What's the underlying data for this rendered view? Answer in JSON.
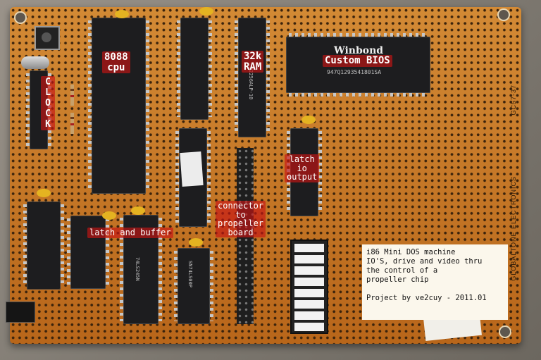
{
  "labels": {
    "clock": "CLOCK",
    "cpu": "8088\ncpu",
    "ram": "32k\nRAM",
    "bios": "Custom BIOS",
    "latch_io": "latch\nio\noutput",
    "connector": "connector\nto\npropeller\nboard",
    "latch_buffer": "latch and buffer"
  },
  "chip_markings": {
    "winbond": "Winbond",
    "bios_part": "947Q1293541801SA",
    "ram_part": "62256ALP-10",
    "buffer_part": "74LS245N",
    "latch_part": "SN74LS00P"
  },
  "board_text": {
    "brand": "GLOBALTONE ELECTRONICS",
    "model": "GC57-37"
  },
  "info": {
    "line1": "i86 Mini DOS machine",
    "line2": "IO'S, drive and video thru",
    "line3": "the control of a",
    "line4": "propeller chip",
    "line5": "Project by ve2cuy - 2011.01"
  },
  "colors": {
    "board": "#c9781f",
    "label_bg": "#c81414",
    "chip": "#1d1d1f",
    "capacitor": "#e4b321"
  }
}
